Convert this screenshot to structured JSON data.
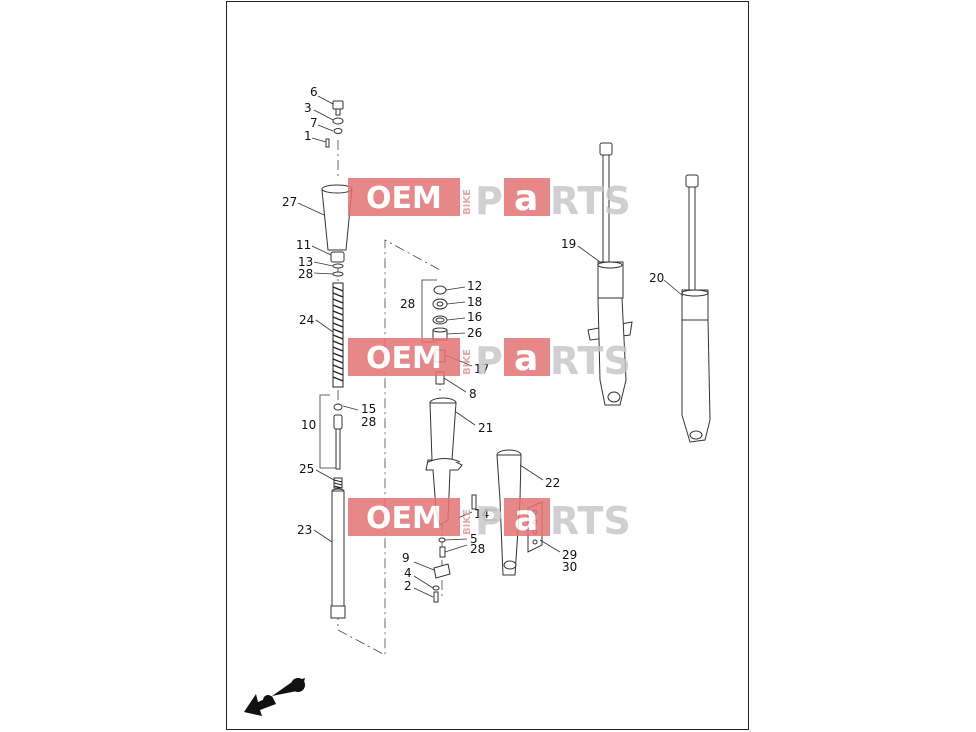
{
  "diagram": {
    "labels": {
      "l6": "6",
      "l3": "3",
      "l7": "7",
      "l1": "1",
      "l27": "27",
      "l11": "11",
      "l13": "13",
      "l28a": "28",
      "l24": "24",
      "l15": "15",
      "l28b": "28",
      "l10": "10",
      "l25": "25",
      "l23": "23",
      "l12": "12",
      "l18": "18",
      "l16": "16",
      "l26": "26",
      "l28c": "28",
      "l17": "17",
      "l8": "8",
      "l21": "21",
      "l14": "14",
      "l5": "5",
      "l28d": "28",
      "l9": "9",
      "l4": "4",
      "l2": "2",
      "l22": "22",
      "l29": "29",
      "l30": "30",
      "l19": "19",
      "l20": "20"
    },
    "watermark": {
      "oem": "OEM",
      "bike": "BIKE",
      "p": "P",
      "a": "a",
      "rts": "RTS",
      "brand_color": "#e57373"
    },
    "icons": [
      "front-direction-arrow-icon"
    ]
  }
}
